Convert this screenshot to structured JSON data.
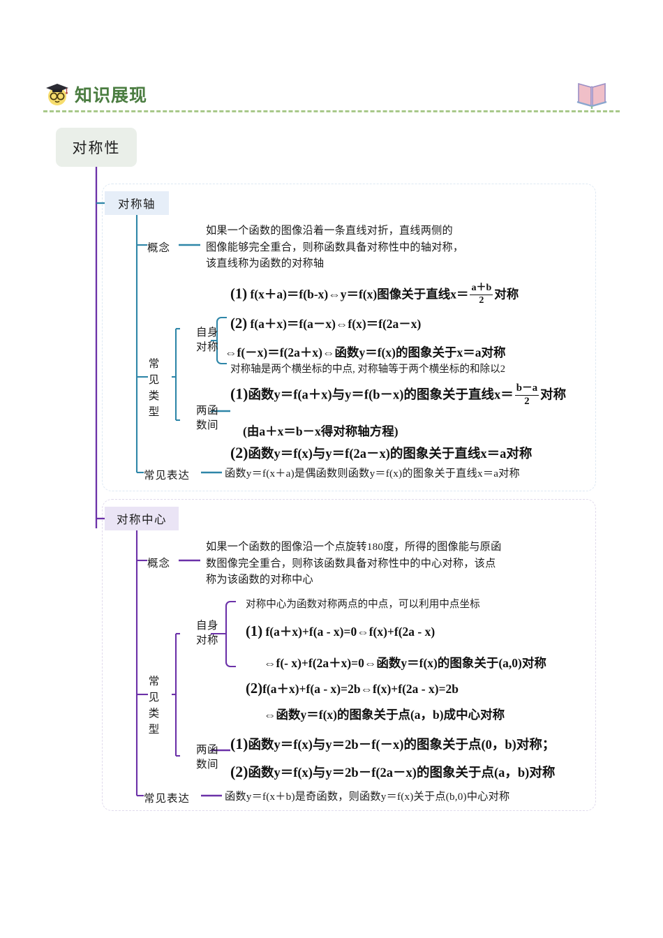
{
  "header": {
    "title": "知识展现",
    "scholar_icon": "graduate-face-icon",
    "book_icon": "open-book-icon",
    "rule_color": "#a8c98a",
    "title_color": "#4a7c40"
  },
  "root": {
    "label": "对称性",
    "bg": "#eaefe9"
  },
  "branches": [
    {
      "id": "axis",
      "title": "对称轴",
      "chip_bg": "#e6eef8",
      "wire_color": "#2e86a8",
      "panel_border": "#dde8f3",
      "nodes": {
        "concept_label": "概念",
        "concept_text": [
          "如果一个函数的图像沿着一条直线对折，直线两侧的",
          "图像能够完全重合，则称函数具备对称性中的轴对称，",
          "该直线称为函数的对称轴"
        ],
        "types_label": "常见类型",
        "self_label": "自身对称",
        "pair_label": "两函数间",
        "expr_label": "常见表达",
        "expr_text": "函数y＝f(x＋a)是偶函数则函数y＝f(x)的图象关于直线x＝a对称"
      },
      "formulas": {
        "top": {
          "index": "(1)",
          "lhs": "f(x＋a)＝f(b-x)⇔y＝f(x)图像关于直线x＝",
          "frac_num": "a＋b",
          "frac_den": "2",
          "tail": "对称"
        },
        "self": [
          {
            "index": "(2)",
            "text": "f(a＋x)＝f(a－x)⇔f(x)＝f(2a－x)"
          },
          {
            "index": "",
            "text": "⇔f(－x)＝f(2a＋x)⇔函数y＝f(x)的图象关于x＝a对称"
          }
        ],
        "self_note": "对称轴是两个横坐标的中点, 对称轴等于两个横坐标的和除以2",
        "pair": {
          "line1": {
            "index": "(1)",
            "lhs": "函数y＝f(a＋x)与y＝f(b－x)的图象关于直线x＝",
            "frac_num": "b－a",
            "frac_den": "2",
            "tail": "对称"
          },
          "line2": "(由a＋x＝b－x得对称轴方程)",
          "line3": {
            "index": "(2)",
            "text": "函数y＝f(x)与y＝f(2a－x)的图象关于直线x＝a对称"
          }
        }
      }
    },
    {
      "id": "center",
      "title": "对称中心",
      "chip_bg": "#eae4f5",
      "wire_color": "#6b31a8",
      "panel_border": "#e0daec",
      "nodes": {
        "concept_label": "概念",
        "concept_text": [
          "如果一个函数的图像沿一个点旋转180度，所得的图像能与原函",
          "数图像完全重合，则称该函数具备对称性中的中心对称，该点",
          "称为该函数的对称中心"
        ],
        "types_label": "常见类型",
        "self_label": "自身对称",
        "pair_label": "两函数间",
        "expr_label": "常见表达",
        "expr_text": "函数y＝f(x＋b)是奇函数，则函数y＝f(x)关于点(b,0)中心对称"
      },
      "formulas": {
        "self_note": "对称中心为函数对称两点的中点，可以利用中点坐标",
        "self": [
          {
            "index": "(1)",
            "text": "f(a＋x)+f(a - x)=0⇔f(x)+f(2a - x)"
          },
          {
            "index": "",
            "text": "⇔f(- x)+f(2a＋x)=0⇔函数y＝f(x)的图象关于(a,0)对称"
          },
          {
            "index": "(2)",
            "text": "f(a＋x)+f(a - x)=2b⇔f(x)+f(2a - x)=2b"
          },
          {
            "index": "",
            "text": "⇔函数y＝f(x)的图象关于点(a，b)成中心对称"
          }
        ],
        "pair": [
          {
            "index": "(1)",
            "text": "函数y＝f(x)与y＝2b－f(－x)的图象关于点(0，b)对称；"
          },
          {
            "index": "(2)",
            "text": "函数y＝f(x)与y＝2b－f(2a－x)的图象关于点(a，b)对称"
          }
        ]
      }
    }
  ]
}
